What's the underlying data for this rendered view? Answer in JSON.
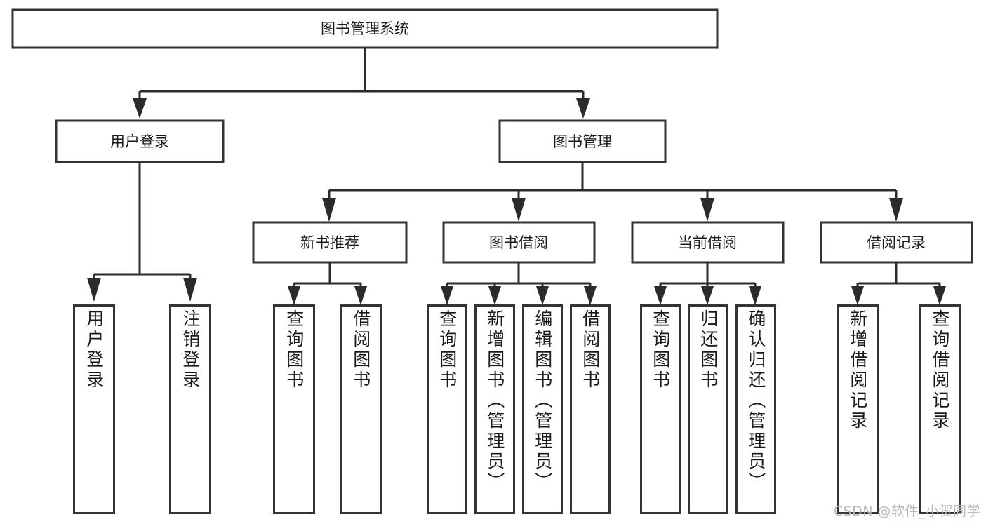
{
  "diagram": {
    "title": "图书管理系统",
    "type": "tree-hierarchy",
    "orientation": "top-down",
    "colors": {
      "box_stroke": "#333333",
      "box_fill": "#ffffff",
      "connector": "#2b2b2b",
      "text": "#1a1a1a",
      "watermark": "#b9b9b9",
      "background": "#ffffff"
    }
  },
  "root": {
    "label": "图书管理系统"
  },
  "level2": [
    {
      "label": "用户登录"
    },
    {
      "label": "图书管理"
    }
  ],
  "level3": [
    {
      "label": "新书推荐"
    },
    {
      "label": "图书借阅"
    },
    {
      "label": "当前借阅"
    },
    {
      "label": "借阅记录"
    }
  ],
  "leaves": {
    "user_login": [
      {
        "label": "用户登录"
      },
      {
        "label": "注销登录"
      }
    ],
    "new_book_recommend": [
      {
        "label": "查询图书"
      },
      {
        "label": "借阅图书"
      }
    ],
    "book_borrow": [
      {
        "label": "查询图书"
      },
      {
        "label": "新增图书（管理员）"
      },
      {
        "label": "编辑图书（管理员）"
      },
      {
        "label": "借阅图书"
      }
    ],
    "current_borrow": [
      {
        "label": "查询图书"
      },
      {
        "label": "归还图书"
      },
      {
        "label": "确认归还（管理员）"
      }
    ],
    "borrow_records": [
      {
        "label": "新增借阅记录"
      },
      {
        "label": "查询借阅记录"
      }
    ]
  },
  "watermark": {
    "text": "CSDN @软件_小贺同学"
  }
}
